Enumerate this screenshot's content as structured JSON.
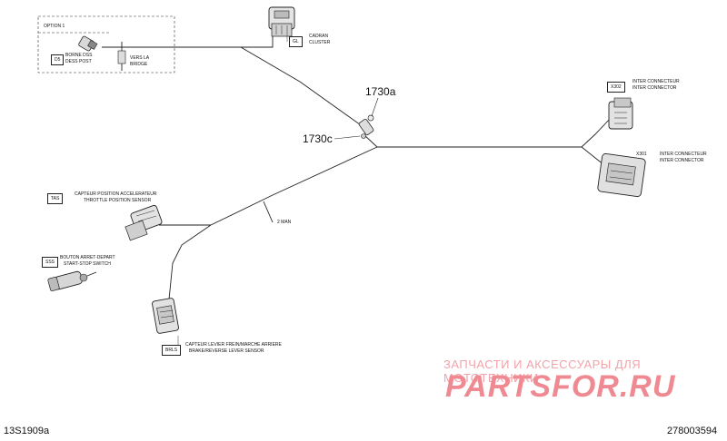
{
  "option_box": {
    "title": "OPTION 1",
    "code": "D5",
    "label_fr": "BORNE DSS",
    "label_en": "DESS POST",
    "wire_note_a": "VERS LA",
    "wire_note_b": "BRIDGE"
  },
  "cluster": {
    "code": "GL",
    "label_fr": "CADRAN",
    "label_en": "CLUSTER"
  },
  "callouts": {
    "upper": "1730a",
    "lower": "1730c"
  },
  "inter_top": {
    "code": "X302",
    "label_fr": "INTER CONNECTEUR",
    "label_en": "INTER CONNECTOR"
  },
  "inter_bottom": {
    "code": "X301",
    "label_fr": "INTER CONNECTEUR",
    "label_en": "INTER CONNECTOR"
  },
  "throttle": {
    "code": "TAS",
    "label_fr": "CAPTEUR POSITION ACCELERATEUR",
    "label_en": "THROTTLE POSITION SENSOR"
  },
  "branch_tag": "2 MAN",
  "start_stop": {
    "code": "SSS",
    "label_fr": "BOUTON ARRET-DEPART",
    "label_en": "START-STOP SWITCH"
  },
  "brake_sensor": {
    "code": "BRLS",
    "label_fr": "CAPTEUR LEVIER FREIN/MARCHE ARRIERE",
    "label_en": "BRAKE/REVERSE LEVER SENSOR"
  },
  "watermark": {
    "text_ru": "ЗАПЧАСТИ И АКСЕССУАРЫ ДЛЯ МОТОТЕХНИКИ",
    "logo": "PARTSFOR.RU"
  },
  "footer": {
    "left": "13S1909a",
    "right": "278003594"
  },
  "colors": {
    "line": "#222222",
    "watermark": "#ef8a92"
  }
}
